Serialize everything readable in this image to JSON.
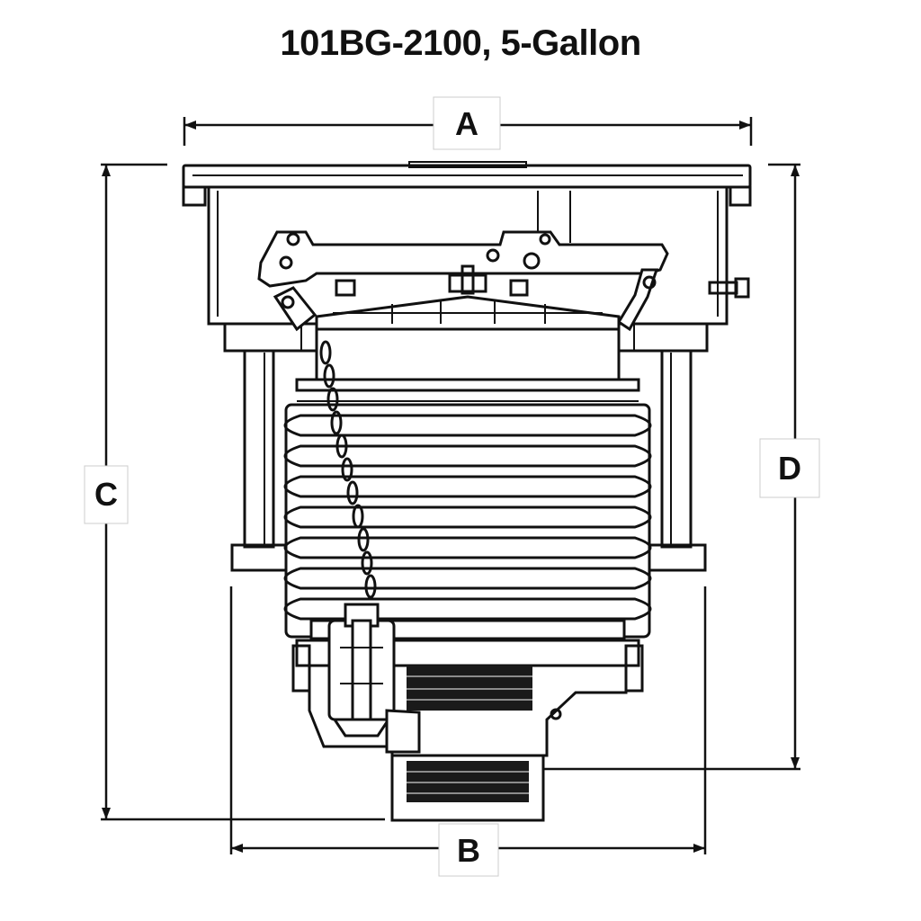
{
  "title": "101BG-2100, 5-Gallon",
  "dimensions": {
    "a": "A",
    "b": "B",
    "c": "C",
    "d": "D"
  },
  "colors": {
    "line": "#111111",
    "background": "#ffffff"
  }
}
